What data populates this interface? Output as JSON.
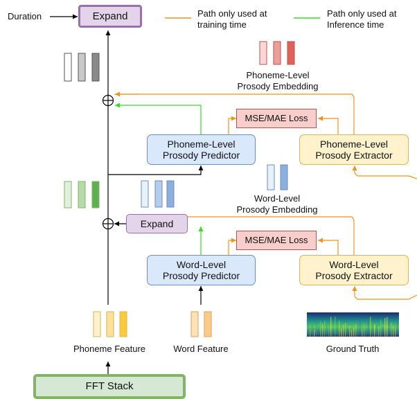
{
  "top": {
    "duration": "Duration",
    "expand_top": "Expand",
    "legend_train_l1": "Path only used at",
    "legend_train_l2": "training time",
    "legend_infer_l1": "Path only used at",
    "legend_infer_l2": "Inference time"
  },
  "phoneme_level": {
    "embedding_l1": "Phoneme-Level",
    "embedding_l2": "Prosody Embedding",
    "loss": "MSE/MAE Loss",
    "predictor_l1": "Phoneme-Level",
    "predictor_l2": "Prosody Predictor",
    "extractor_l1": "Phoneme-Level",
    "extractor_l2": "Prosody Extractor"
  },
  "word_level": {
    "embedding_l1": "Word-Level",
    "embedding_l2": "Prosody Embedding",
    "expand": "Expand",
    "loss": "MSE/MAE Loss",
    "predictor_l1": "Word-Level",
    "predictor_l2": "Prosody Predictor",
    "extractor_l1": "Word-Level",
    "extractor_l2": "Prosody Extractor"
  },
  "inputs": {
    "phoneme_feature": "Phoneme Feature",
    "word_feature": "Word Feature",
    "ground_truth": "Ground Truth",
    "fft_stack": "FFT Stack"
  },
  "colors": {
    "training_path": "#f0921e",
    "inference_path": "#33dd22",
    "expand_fill": "#e4d4ea",
    "expand_border": "#9b6fae",
    "predictor_fill": "#dae8fc",
    "predictor_border": "#6c8ebf",
    "extractor_fill": "#fff2cc",
    "extractor_border": "#d6b656",
    "loss_fill": "#f8cecc",
    "loss_border": "#b85450",
    "fft_fill": "#d5e8d4",
    "fft_border": "#82b366"
  }
}
